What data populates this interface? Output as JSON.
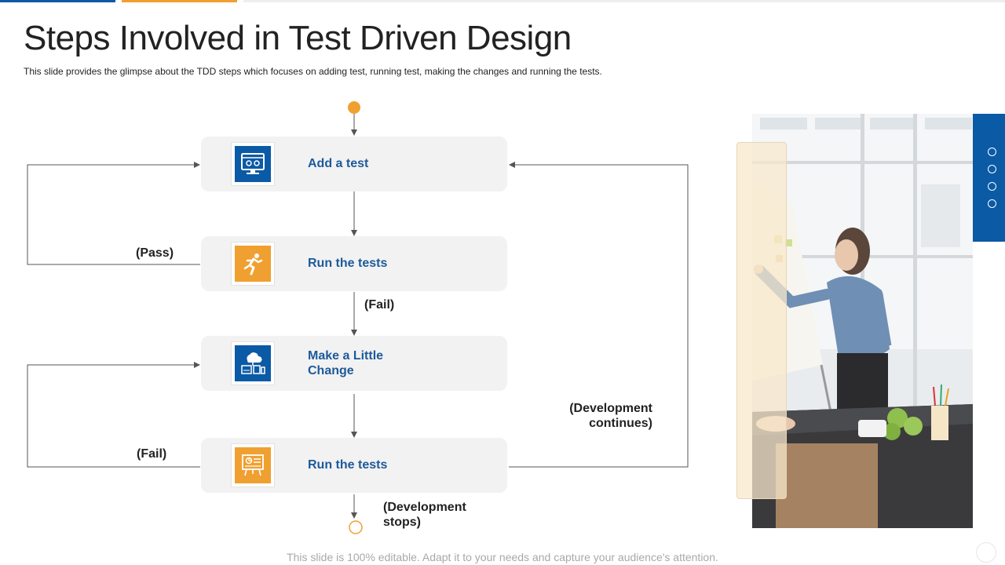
{
  "slide": {
    "title": "Steps Involved in Test Driven Design",
    "subtitle": "This slide provides  the glimpse about the TDD  steps which focuses on adding test, running test, making the changes and running the tests.",
    "footer": "This slide is 100% editable. Adapt it to your needs and capture your audience's attention."
  },
  "flow": {
    "steps": [
      {
        "label": "Add a test",
        "icon": "computer-icon",
        "color": "#0b5aa6"
      },
      {
        "label": "Run the tests",
        "icon": "running-man-icon",
        "color": "#f0a030"
      },
      {
        "label_line1": "Make a Little",
        "label_line2": "Change",
        "icon": "cloud-devices-icon",
        "color": "#0b5aa6"
      },
      {
        "label": "Run the tests",
        "icon": "presentation-board-icon",
        "color": "#f0a030"
      }
    ],
    "labels": {
      "pass": "(Pass)",
      "fail_middle": "(Fail)",
      "fail_left": "(Fail)",
      "dev_continues_line1": "(Development",
      "dev_continues_line2": "continues)",
      "dev_stops_line1": "(Development",
      "dev_stops_line2": "stops)"
    }
  },
  "colors": {
    "primary": "#0b5aa6",
    "accent": "#f0a030",
    "step_text": "#1d5a9a",
    "box_bg": "#f2f2f2",
    "line": "#555555"
  }
}
